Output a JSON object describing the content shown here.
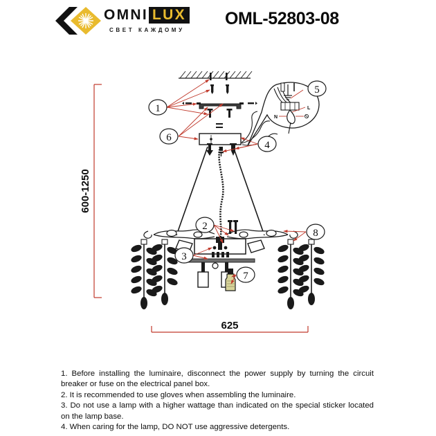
{
  "header": {
    "logo": {
      "brand_primary": "OMNI",
      "brand_secondary": "LUX",
      "tagline": "СВЕТ КАЖДОМУ",
      "mark_color_gold": "#e9bb2e",
      "mark_color_dark": "#111111"
    },
    "product_code": "OML-52803-08"
  },
  "diagram": {
    "dimensions": {
      "height_label": "600-1250",
      "width_label": "625",
      "line_color": "#c0392b"
    },
    "wiring_detail": {
      "neutral_label": "N",
      "live_label": "L"
    },
    "callouts": [
      {
        "id": "1",
        "label": "1"
      },
      {
        "id": "2",
        "label": "2"
      },
      {
        "id": "3",
        "label": "3"
      },
      {
        "id": "4",
        "label": "4"
      },
      {
        "id": "5",
        "label": "5"
      },
      {
        "id": "6",
        "label": "6"
      },
      {
        "id": "7",
        "label": "7"
      },
      {
        "id": "8",
        "label": "8"
      }
    ],
    "colors": {
      "leader_line": "#c0392b",
      "outline": "#1a1a1a",
      "bulb_body": "#d8d49a"
    }
  },
  "instructions": {
    "items": [
      "1. Before installing the luminaire, disconnect the power supply by turning the circuit breaker or fuse on the electrical panel box.",
      "2. It is recommended to use gloves when assembling the luminaire.",
      "3. Do not use a lamp with a higher wattage than indicated on the special sticker located on the lamp base.",
      "4. When caring for the lamp, DO NOT use aggressive detergents."
    ]
  }
}
